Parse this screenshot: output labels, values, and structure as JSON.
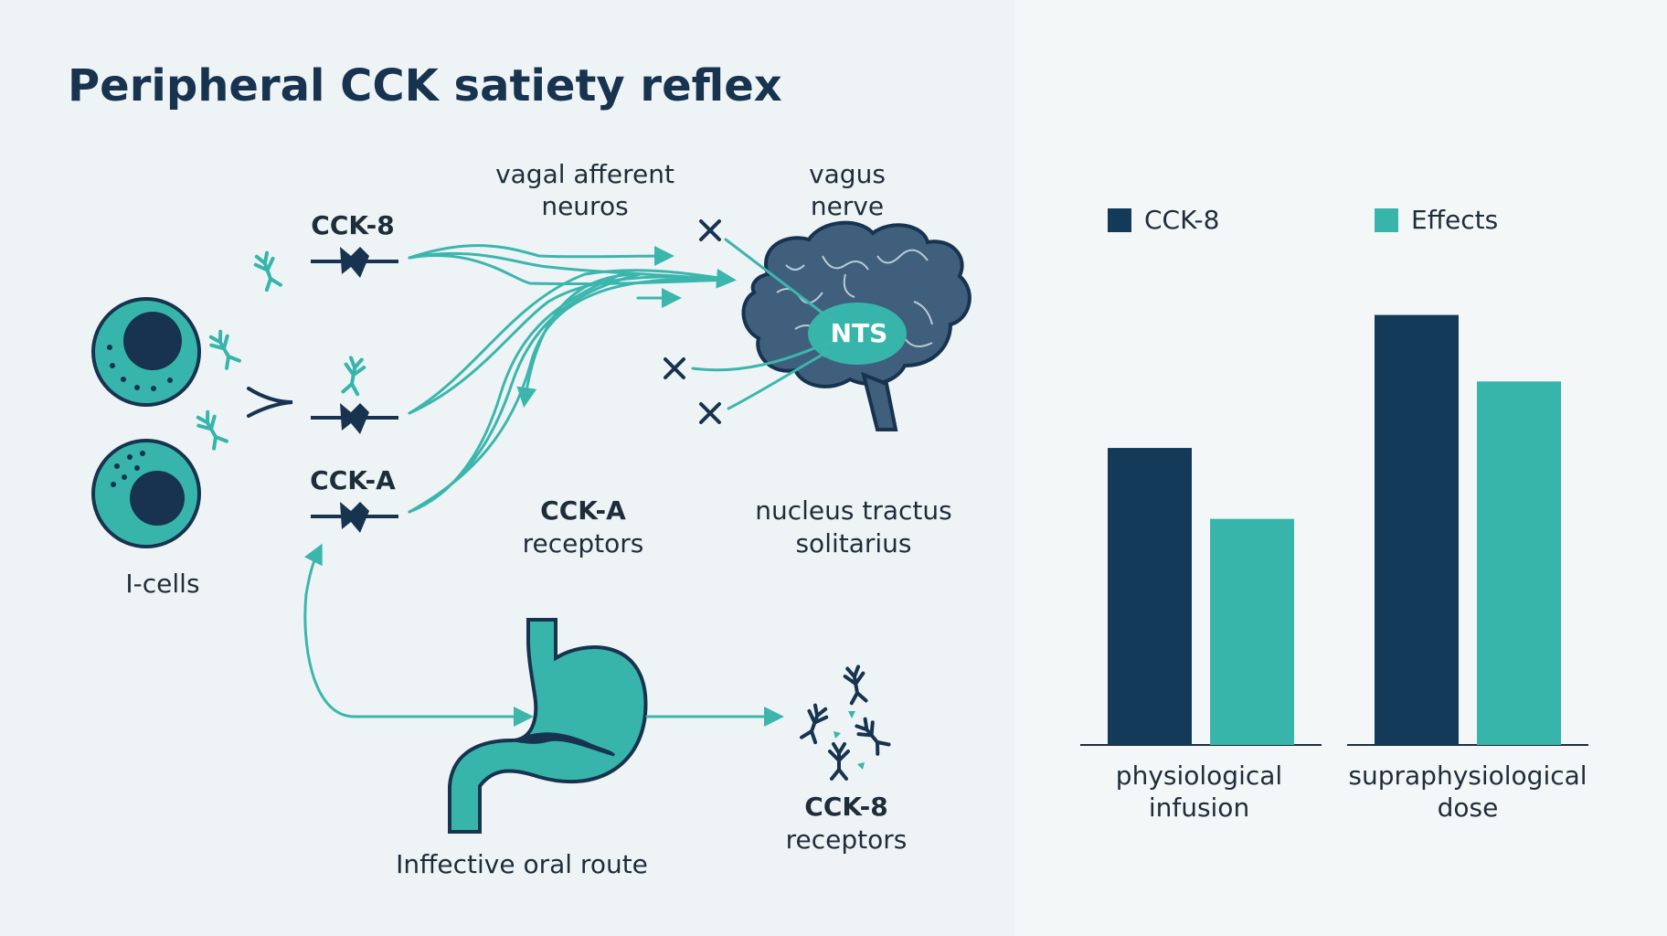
{
  "title": "Peripheral CCK satiety reflex",
  "diagram": {
    "i_cells": "I-cells",
    "cck8_top": "CCK-8",
    "ccka_label": "CCK-A",
    "vagal_line1": "vagal afferent",
    "vagal_line2": "neuros",
    "vagus_line1": "vagus",
    "vagus_line2": "nerve",
    "nts": "NTS",
    "ccka_rec_line1": "CCK-A",
    "ccka_rec_line2": "receptors",
    "nucleus_line1": "nucleus tractus",
    "nucleus_line2": "solitarius",
    "oral_route": "Inffective oral route",
    "cck8_rec_line1": "CCK-8",
    "cck8_rec_line2": "receptors"
  },
  "colors": {
    "navy": "#143a5a",
    "teal": "#37b5ab",
    "brain": "#3f5f7d"
  },
  "chart_data": {
    "type": "bar",
    "categories_lines": [
      [
        "physiological",
        "infusion"
      ],
      [
        "supraphysiological",
        "dose"
      ]
    ],
    "categories": [
      "physiological infusion",
      "supraphysiological dose"
    ],
    "series": [
      {
        "name": "CCK-8",
        "color": "#143a5a",
        "values": [
          67,
          97
        ]
      },
      {
        "name": "Effects",
        "color": "#37b5ab",
        "values": [
          51,
          82
        ]
      }
    ],
    "ylim": [
      0,
      100
    ],
    "legend_position": "top",
    "grid": false
  }
}
